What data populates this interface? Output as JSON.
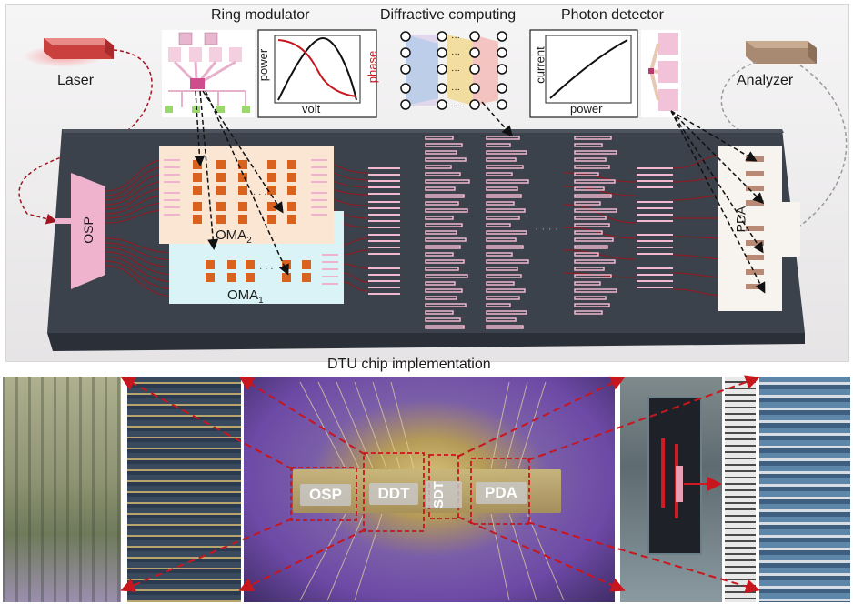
{
  "top": {
    "laser": "Laser",
    "ring_modulator": "Ring modulator",
    "diffractive_computing": "Diffractive computing",
    "photon_detector": "Photon detector",
    "analyzer": "Analyzer",
    "rm_plot": {
      "xlabel": "volt",
      "ylabel_left": "power",
      "ylabel_right": "phase"
    },
    "pd_plot": {
      "xlabel": "power",
      "ylabel": "current"
    }
  },
  "chip": {
    "osp": "OSP",
    "oma2": "OMA",
    "oma2_sub": "2",
    "oma1": "OMA",
    "oma1_sub": "1",
    "pda": "PDA",
    "ellipsis": "· · · ·"
  },
  "bottom": {
    "title": "DTU chip implementation",
    "labels": {
      "osp": "OSP",
      "ddt": "DDT",
      "sdt": "SDT",
      "pda": "PDA"
    }
  },
  "colors": {
    "panel_bg": "#e9e7e8",
    "chip_dark": "#3a414a",
    "trace_red": "#8a1d24",
    "oma_pad": "#d8621e",
    "oma2_bg": "#fbe6d4",
    "oma1_bg": "#d9f3f7",
    "pink": "#f2b8cf",
    "arrow_red": "#c8161e",
    "die_purple": "#6d4aa6"
  }
}
